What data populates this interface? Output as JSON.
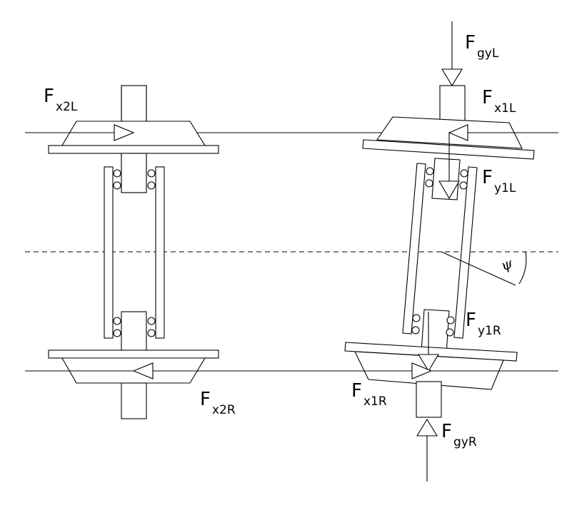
{
  "labels": {
    "f_x2l": {
      "main": "F",
      "sub": "x2L"
    },
    "f_x2r": {
      "main": "F",
      "sub": "x2R"
    },
    "f_gyl": {
      "main": "F",
      "sub": "gyL"
    },
    "f_x1l": {
      "main": "F",
      "sub": "x1L"
    },
    "f_y1l": {
      "main": "F",
      "sub": "y1L"
    },
    "f_y1r": {
      "main": "F",
      "sub": "y1R"
    },
    "f_x1r": {
      "main": "F",
      "sub": "x1R"
    },
    "f_gyr": {
      "main": "F",
      "sub": "gyR"
    },
    "psi": "ψ"
  },
  "colors": {
    "ink": "#000000",
    "background": "#ffffff"
  }
}
